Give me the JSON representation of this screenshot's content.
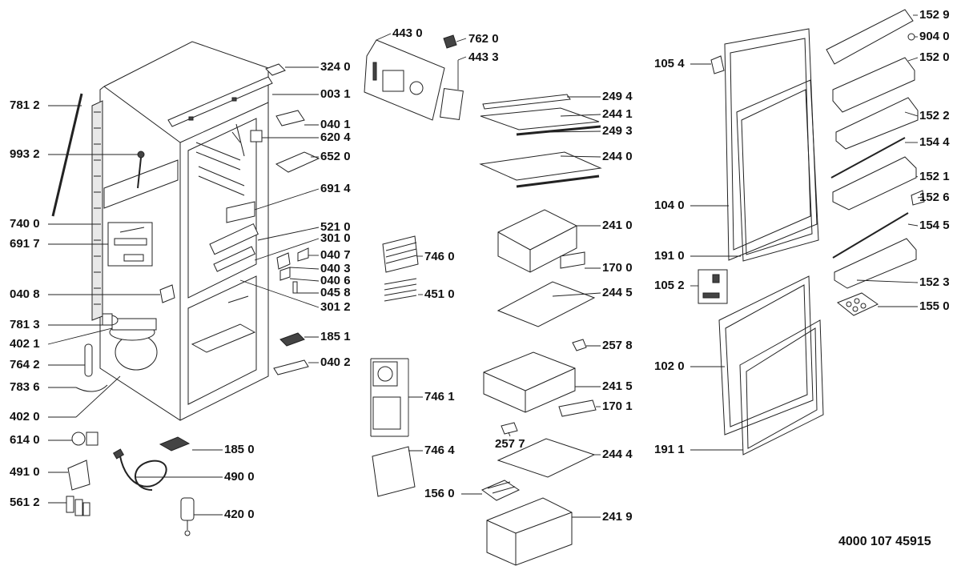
{
  "diagram": {
    "title": "Exploded parts view - refrigerator",
    "document_number": "4000 107 45915",
    "parts": [
      {
        "id": "p7812",
        "code": "781 2"
      },
      {
        "id": "p9932",
        "code": "993 2"
      },
      {
        "id": "p7400",
        "code": "740 0"
      },
      {
        "id": "p6917",
        "code": "691 7"
      },
      {
        "id": "p0408",
        "code": "040 8"
      },
      {
        "id": "p7813",
        "code": "781 3"
      },
      {
        "id": "p4021",
        "code": "402 1"
      },
      {
        "id": "p7642",
        "code": "764 2"
      },
      {
        "id": "p7836",
        "code": "783 6"
      },
      {
        "id": "p4020",
        "code": "402 0"
      },
      {
        "id": "p6140",
        "code": "614 0"
      },
      {
        "id": "p4910",
        "code": "491 0"
      },
      {
        "id": "p5612",
        "code": "561 2"
      },
      {
        "id": "p3240",
        "code": "324 0"
      },
      {
        "id": "p0031",
        "code": "003 1"
      },
      {
        "id": "p0401",
        "code": "040 1"
      },
      {
        "id": "p6204",
        "code": "620 4"
      },
      {
        "id": "p6520",
        "code": "652 0"
      },
      {
        "id": "p6914",
        "code": "691 4"
      },
      {
        "id": "p5210",
        "code": "521 0"
      },
      {
        "id": "p3010",
        "code": "301 0"
      },
      {
        "id": "p0407",
        "code": "040 7"
      },
      {
        "id": "p0403",
        "code": "040 3"
      },
      {
        "id": "p0406",
        "code": "040 6"
      },
      {
        "id": "p0458",
        "code": "045 8"
      },
      {
        "id": "p3012",
        "code": "301 2"
      },
      {
        "id": "p1851",
        "code": "185 1"
      },
      {
        "id": "p0402",
        "code": "040 2"
      },
      {
        "id": "p1850",
        "code": "185 0"
      },
      {
        "id": "p4900",
        "code": "490 0"
      },
      {
        "id": "p4200",
        "code": "420 0"
      },
      {
        "id": "p4430",
        "code": "443 0"
      },
      {
        "id": "p7620",
        "code": "762 0"
      },
      {
        "id": "p4433",
        "code": "443 3"
      },
      {
        "id": "p7460",
        "code": "746 0"
      },
      {
        "id": "p4510",
        "code": "451 0"
      },
      {
        "id": "p7461",
        "code": "746 1"
      },
      {
        "id": "p7464",
        "code": "746 4"
      },
      {
        "id": "p2494",
        "code": "249 4"
      },
      {
        "id": "p2441",
        "code": "244 1"
      },
      {
        "id": "p2493",
        "code": "249 3"
      },
      {
        "id": "p2440",
        "code": "244 0"
      },
      {
        "id": "p2410",
        "code": "241 0"
      },
      {
        "id": "p1700",
        "code": "170 0"
      },
      {
        "id": "p2445",
        "code": "244 5"
      },
      {
        "id": "p2578",
        "code": "257 8"
      },
      {
        "id": "p2415",
        "code": "241 5"
      },
      {
        "id": "p1701",
        "code": "170 1"
      },
      {
        "id": "p2577",
        "code": "257 7"
      },
      {
        "id": "p2444",
        "code": "244 4"
      },
      {
        "id": "p1560",
        "code": "156 0"
      },
      {
        "id": "p2419",
        "code": "241 9"
      },
      {
        "id": "p1054",
        "code": "105 4"
      },
      {
        "id": "p1040",
        "code": "104 0"
      },
      {
        "id": "p1910",
        "code": "191 0"
      },
      {
        "id": "p1052",
        "code": "105 2"
      },
      {
        "id": "p1020",
        "code": "102 0"
      },
      {
        "id": "p1911",
        "code": "191 1"
      },
      {
        "id": "p1529",
        "code": "152 9"
      },
      {
        "id": "p9040",
        "code": "904 0"
      },
      {
        "id": "p1520",
        "code": "152 0"
      },
      {
        "id": "p1522",
        "code": "152 2"
      },
      {
        "id": "p1544",
        "code": "154 4"
      },
      {
        "id": "p1521",
        "code": "152 1"
      },
      {
        "id": "p1526",
        "code": "152 6"
      },
      {
        "id": "p1545",
        "code": "154 5"
      },
      {
        "id": "p1523",
        "code": "152 3"
      },
      {
        "id": "p1550",
        "code": "155 0"
      }
    ]
  }
}
